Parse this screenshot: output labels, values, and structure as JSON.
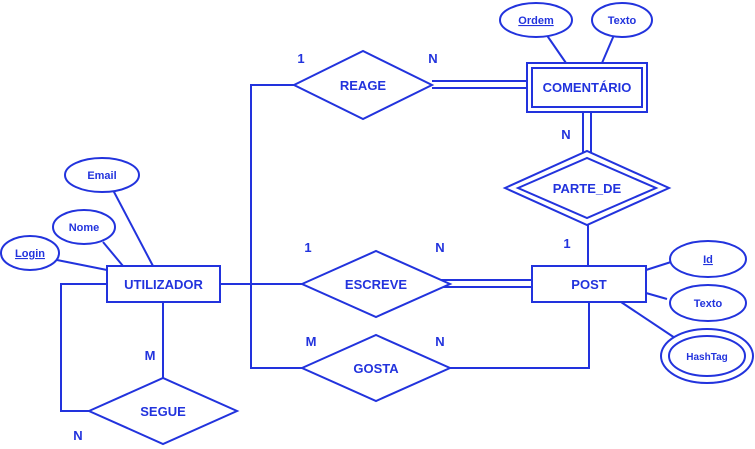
{
  "diagram": {
    "entities": {
      "utilizador": "UTILIZADOR",
      "post": "POST",
      "comentario": "COMENTÁRIO"
    },
    "relationships": {
      "reage": "REAGE",
      "escreve": "ESCREVE",
      "gosta": "GOSTA",
      "segue": "SEGUE",
      "parte_de": "PARTE_DE"
    },
    "attributes": {
      "email": "Email",
      "nome": "Nome",
      "login": "Login",
      "ordem": "Ordem",
      "texto_comentario": "Texto",
      "id": "Id",
      "texto_post": "Texto",
      "hashtag": "HashTag"
    },
    "cardinalities": {
      "reage_left": "1",
      "reage_right": "N",
      "comentario_parte_de": "N",
      "post_parte_de": "1",
      "escreve_left": "1",
      "escreve_right": "N",
      "gosta_left": "M",
      "gosta_right": "N",
      "segue_top": "M",
      "segue_bottom": "N"
    },
    "colors": {
      "stroke": "#2233dd",
      "fill": "#ffffff"
    }
  }
}
